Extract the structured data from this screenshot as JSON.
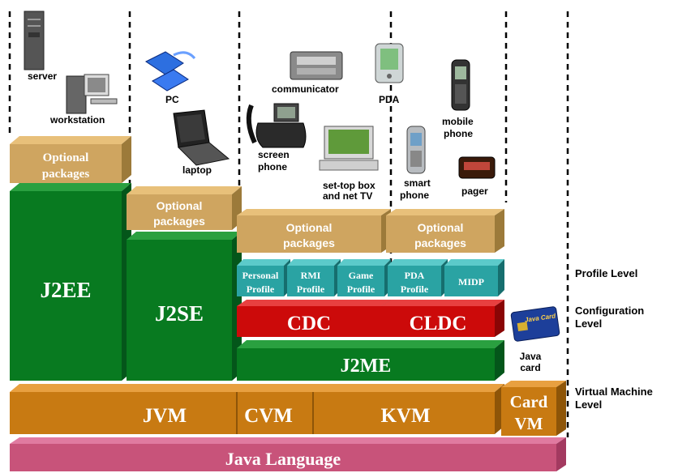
{
  "devices": {
    "server": "server",
    "workstation": "workstation",
    "pc": "PC",
    "laptop": "laptop",
    "communicator": "communicator",
    "pda": "PDA",
    "screen_phone": [
      "screen",
      "phone"
    ],
    "settop": [
      "set-top box",
      "and net TV"
    ],
    "smart_phone": [
      "smart",
      "phone"
    ],
    "mobile_phone": [
      "mobile",
      "phone"
    ],
    "pager": "pager"
  },
  "optional": [
    "Optional",
    "packages"
  ],
  "platforms": {
    "j2ee": "J2EE",
    "j2se": "J2SE",
    "j2me": "J2ME"
  },
  "profiles": {
    "personal": [
      "Personal",
      "Profile"
    ],
    "rmi": [
      "RMI",
      "Profile"
    ],
    "game": [
      "Game",
      "Profile"
    ],
    "pda": [
      "PDA",
      "Profile"
    ],
    "midp": "MIDP"
  },
  "configurations": {
    "cdc": "CDC",
    "cldc": "CLDC"
  },
  "vms": {
    "jvm": "JVM",
    "cvm": "CVM",
    "kvm": "KVM",
    "card_vm": [
      "Card",
      "VM"
    ]
  },
  "java_card": {
    "caption": [
      "Java",
      "card"
    ],
    "logo_text": "Java Card"
  },
  "language": "Java Language",
  "levels": {
    "profile": "Profile Level",
    "configuration": [
      "Configuration",
      "Level"
    ],
    "vm": [
      "Virtual Machine",
      "Level"
    ]
  },
  "colors": {
    "language": "#c8537a",
    "vm": "#c87a12",
    "platform": "#087a20",
    "optional": "#cfa560",
    "profile": "#2aa3a3",
    "configuration": "#cc0a0a"
  }
}
